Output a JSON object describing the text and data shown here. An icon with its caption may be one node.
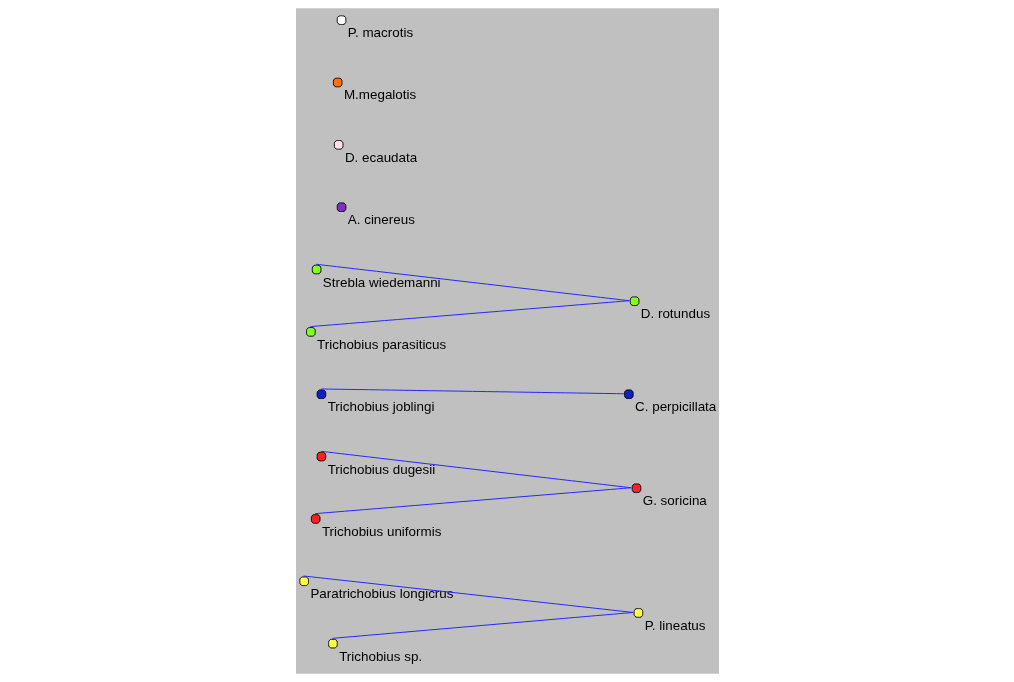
{
  "diagram": {
    "nodes": [
      {
        "text": [],
        "shape": "circle",
        "beside": [
          "Paratrichobius longicrus"
        ]
      },
      {
        "text": [],
        "shape": "circle",
        "beside": [
          "P. lineatus"
        ]
      },
      {
        "text": [],
        "shape": "circle",
        "beside": [
          "Trichobius dugesii"
        ]
      },
      {
        "text": [],
        "shape": "circle",
        "beside": [
          "G. soricina"
        ]
      },
      {
        "text": [],
        "shape": "circle",
        "beside": [
          "Trichobius sp."
        ]
      },
      {
        "text": [],
        "shape": "circle",
        "beside": [
          "Trichobius uniformis"
        ]
      },
      {
        "text": [],
        "shape": "circle",
        "beside": [
          "Trichobius joblingi"
        ]
      },
      {
        "text": [],
        "shape": "circle",
        "beside": [
          "C. perpicillata"
        ]
      },
      {
        "text": [],
        "shape": "circle",
        "beside": [
          "Strebla wiedemanni"
        ]
      },
      {
        "text": [],
        "shape": "circle",
        "beside": [
          "D. rotundus"
        ]
      },
      {
        "text": [],
        "shape": "circle",
        "beside": [
          "A. cinereus"
        ]
      },
      {
        "text": [],
        "shape": "circle",
        "beside": [
          "Trichobius parasiticus"
        ]
      },
      {
        "text": [],
        "shape": "circle",
        "beside": [
          "D. ecaudata"
        ]
      },
      {
        "text": [],
        "shape": "circle",
        "beside": [
          "M.megalotis"
        ]
      },
      {
        "text": [],
        "shape": "circle",
        "beside": [
          "P. macrotis"
        ]
      }
    ],
    "edges": [
      {
        "from": 0,
        "to": 1,
        "arrow": "none"
      },
      {
        "from": 4,
        "to": 1,
        "arrow": "none"
      },
      {
        "from": 2,
        "to": 3,
        "arrow": "none"
      },
      {
        "from": 5,
        "to": 3,
        "arrow": "none"
      },
      {
        "from": 6,
        "to": 7,
        "arrow": "none"
      },
      {
        "from": 8,
        "to": 9,
        "arrow": "none"
      },
      {
        "from": 11,
        "to": 9,
        "arrow": "none"
      }
    ]
  }
}
